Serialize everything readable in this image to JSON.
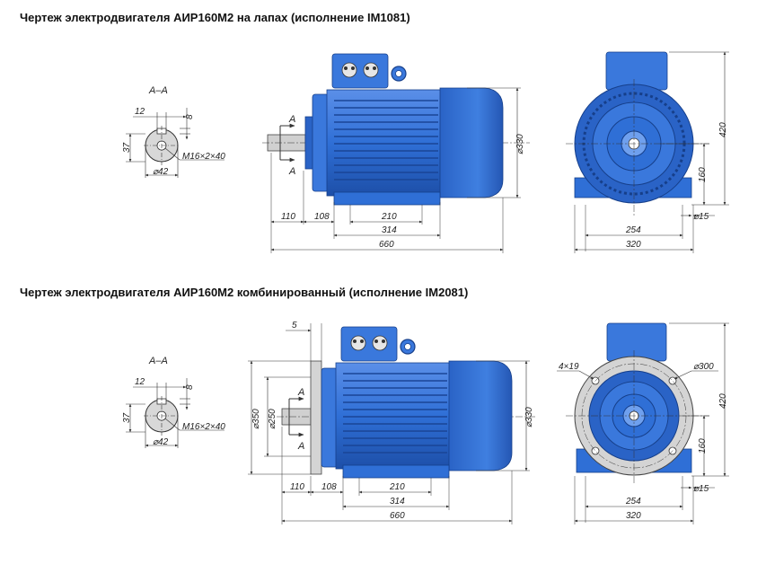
{
  "drawing1": {
    "title": "Чертеж электродвигателя АИР160М2 на лапах (исполнение IM1081)",
    "section_label": "A–A",
    "section_marker": "A",
    "shaft": {
      "key_width": "12",
      "key_depth": "8",
      "height": "37",
      "diameter": "⌀42",
      "thread": "M16×2×40"
    },
    "side": {
      "shaft_len": "110",
      "d108": "108",
      "d210": "210",
      "d314": "314",
      "d660": "660",
      "d330": "⌀330"
    },
    "front": {
      "d420": "420",
      "d160": "160",
      "d15": "⌀15",
      "d254": "254",
      "d320": "320"
    }
  },
  "drawing2": {
    "title": "Чертеж электродвигателя АИР160М2 комбинированный (исполнение IM2081)",
    "section_label": "A–A",
    "section_marker": "A",
    "shaft": {
      "key_width": "12",
      "key_depth": "8",
      "height": "37",
      "diameter": "⌀42",
      "thread": "M16×2×40"
    },
    "side": {
      "d5": "5",
      "d350": "⌀350",
      "d250": "⌀250",
      "shaft_len": "110",
      "d108": "108",
      "d210": "210",
      "d314": "314",
      "d660": "660",
      "d330": "⌀330"
    },
    "front": {
      "holes": "4×19",
      "d300": "⌀300",
      "d420": "420",
      "d160": "160",
      "d15": "⌀15",
      "d254": "254",
      "d320": "320"
    }
  },
  "colors": {
    "motor_blue": "#2f6fd6",
    "motor_dark": "#1d4fa8",
    "motor_light": "#6fa0ee",
    "shaft_grey": "#c9c9c9",
    "flange_grey": "#d4d4d4",
    "line": "#333333"
  }
}
